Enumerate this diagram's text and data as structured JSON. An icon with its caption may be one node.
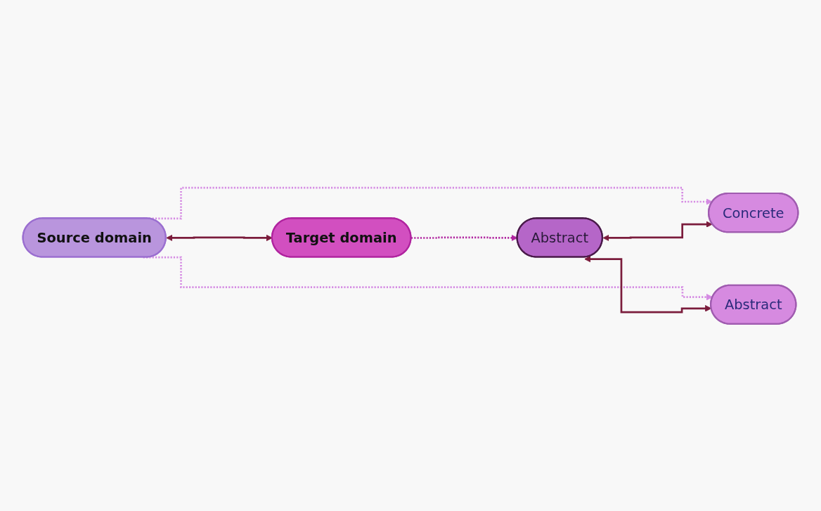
{
  "diagram": {
    "nodes": [
      {
        "text": [
          "Source domain"
        ]
      },
      {
        "text": [
          "Target domain"
        ]
      },
      {
        "text": [
          "Concrete"
        ]
      },
      {
        "text": [
          "Abstract"
        ]
      },
      {
        "text": [
          "Abstract"
        ]
      }
    ],
    "edges": [
      {
        "from": 0,
        "to": 1,
        "arrow": "both"
      },
      {
        "from": 0,
        "to": 2,
        "arrow": "to",
        "style": "dashed",
        "color": "#d58be3"
      },
      {
        "from": 0,
        "to": 3,
        "arrow": "to",
        "style": "dashed",
        "color": "#d58be3"
      },
      {
        "from": 1,
        "to": 4,
        "arrow": "to",
        "style": "dashed",
        "color": "#b0249f"
      },
      {
        "from": 4,
        "to": 2,
        "arrow": "both"
      },
      {
        "from": 4,
        "to": 3,
        "arrow": "both"
      }
    ]
  }
}
